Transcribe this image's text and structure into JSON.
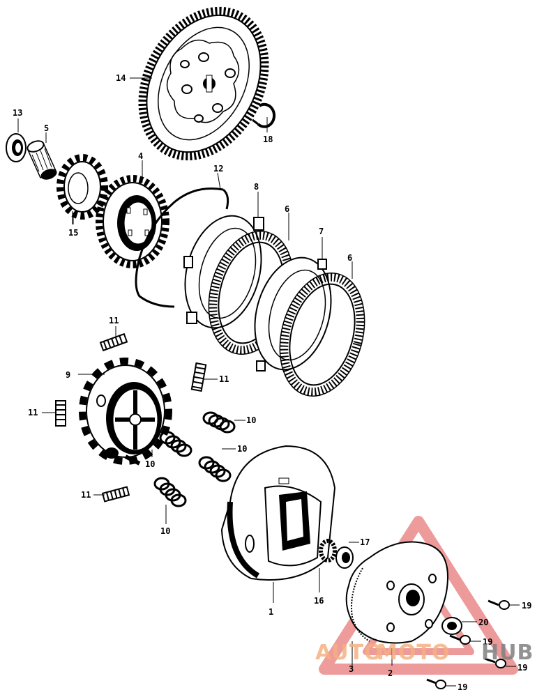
{
  "labels": {
    "p1": "1",
    "p2": "2",
    "p3": "3",
    "p4": "4",
    "p5": "5",
    "p6a": "6",
    "p6b": "6",
    "p7": "7",
    "p8": "8",
    "p9": "9",
    "p10a": "10",
    "p10b": "10",
    "p10c": "10",
    "p10d": "10",
    "p11a": "11",
    "p11b": "11",
    "p11c": "11",
    "p11d": "11",
    "p12": "12",
    "p13": "13",
    "p14": "14",
    "p15": "15",
    "p16": "16",
    "p17": "17",
    "p18": "18",
    "p19a": "19",
    "p19b": "19",
    "p19c": "19",
    "p19d": "19",
    "p20": "20"
  },
  "watermark": {
    "part1": "AUTO",
    "part2": "MOTO",
    "part3": "HUB",
    "color1": "#f4b183",
    "color2": "#7f7f7f",
    "triangle_color": "#e04848"
  }
}
